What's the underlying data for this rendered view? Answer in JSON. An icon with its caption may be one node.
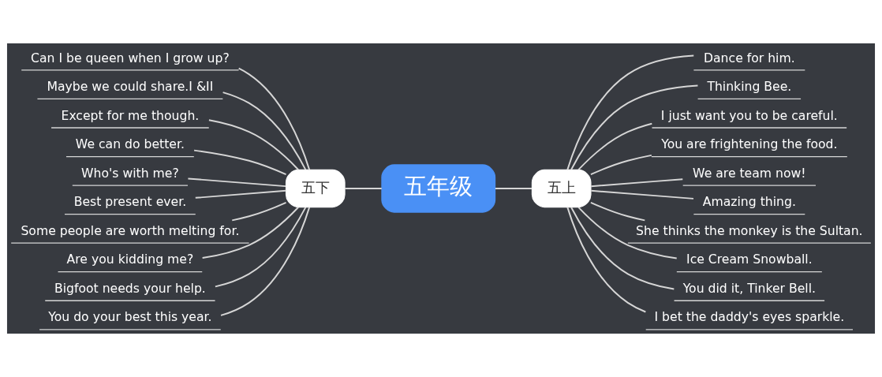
{
  "diagram": {
    "nodes": [
      {
        "text": [
          "五年级"
        ]
      },
      {
        "text": [
          "五下"
        ]
      },
      {
        "text": [
          "五上"
        ]
      },
      {
        "text": [
          "Can I be queen when I grow up?"
        ]
      },
      {
        "text": [
          "Maybe we could share.I &II"
        ]
      },
      {
        "text": [
          "Except for me though."
        ]
      },
      {
        "text": [
          "We can do better."
        ]
      },
      {
        "text": [
          "Who's with me?"
        ]
      },
      {
        "text": [
          "Best present ever."
        ]
      },
      {
        "text": [
          "Some people are worth melting for."
        ]
      },
      {
        "text": [
          "Are you kidding me?"
        ]
      },
      {
        "text": [
          "Bigfoot needs your help."
        ]
      },
      {
        "text": [
          "You do your best this year."
        ]
      },
      {
        "text": [
          "Dance for him."
        ]
      },
      {
        "text": [
          "Thinking Bee."
        ]
      },
      {
        "text": [
          "I just want you to be careful."
        ]
      },
      {
        "text": [
          "You are frightening the food."
        ]
      },
      {
        "text": [
          "We are team now!"
        ]
      },
      {
        "text": [
          "Amazing thing."
        ]
      },
      {
        "text": [
          "She thinks the monkey is the Sultan."
        ]
      },
      {
        "text": [
          "Ice Cream Snowball."
        ]
      },
      {
        "text": [
          "You did it, Tinker Bell."
        ]
      },
      {
        "text": [
          "I bet the daddy's eyes sparkle."
        ]
      }
    ],
    "edges": [
      {
        "from": 0,
        "to": 1,
        "arrow": "none"
      },
      {
        "from": 0,
        "to": 2,
        "arrow": "none"
      },
      {
        "from": 1,
        "to": 3,
        "arrow": "none"
      },
      {
        "from": 1,
        "to": 4,
        "arrow": "none"
      },
      {
        "from": 1,
        "to": 5,
        "arrow": "none"
      },
      {
        "from": 1,
        "to": 6,
        "arrow": "none"
      },
      {
        "from": 1,
        "to": 7,
        "arrow": "none"
      },
      {
        "from": 1,
        "to": 8,
        "arrow": "none"
      },
      {
        "from": 1,
        "to": 9,
        "arrow": "none"
      },
      {
        "from": 1,
        "to": 10,
        "arrow": "none"
      },
      {
        "from": 1,
        "to": 11,
        "arrow": "none"
      },
      {
        "from": 1,
        "to": 12,
        "arrow": "none"
      },
      {
        "from": 2,
        "to": 13,
        "arrow": "none"
      },
      {
        "from": 2,
        "to": 14,
        "arrow": "none"
      },
      {
        "from": 2,
        "to": 15,
        "arrow": "none"
      },
      {
        "from": 2,
        "to": 16,
        "arrow": "none"
      },
      {
        "from": 2,
        "to": 17,
        "arrow": "none"
      },
      {
        "from": 2,
        "to": 18,
        "arrow": "none"
      },
      {
        "from": 2,
        "to": 19,
        "arrow": "none"
      },
      {
        "from": 2,
        "to": 20,
        "arrow": "none"
      },
      {
        "from": 2,
        "to": 21,
        "arrow": "none"
      },
      {
        "from": 2,
        "to": 22,
        "arrow": "none"
      }
    ]
  }
}
